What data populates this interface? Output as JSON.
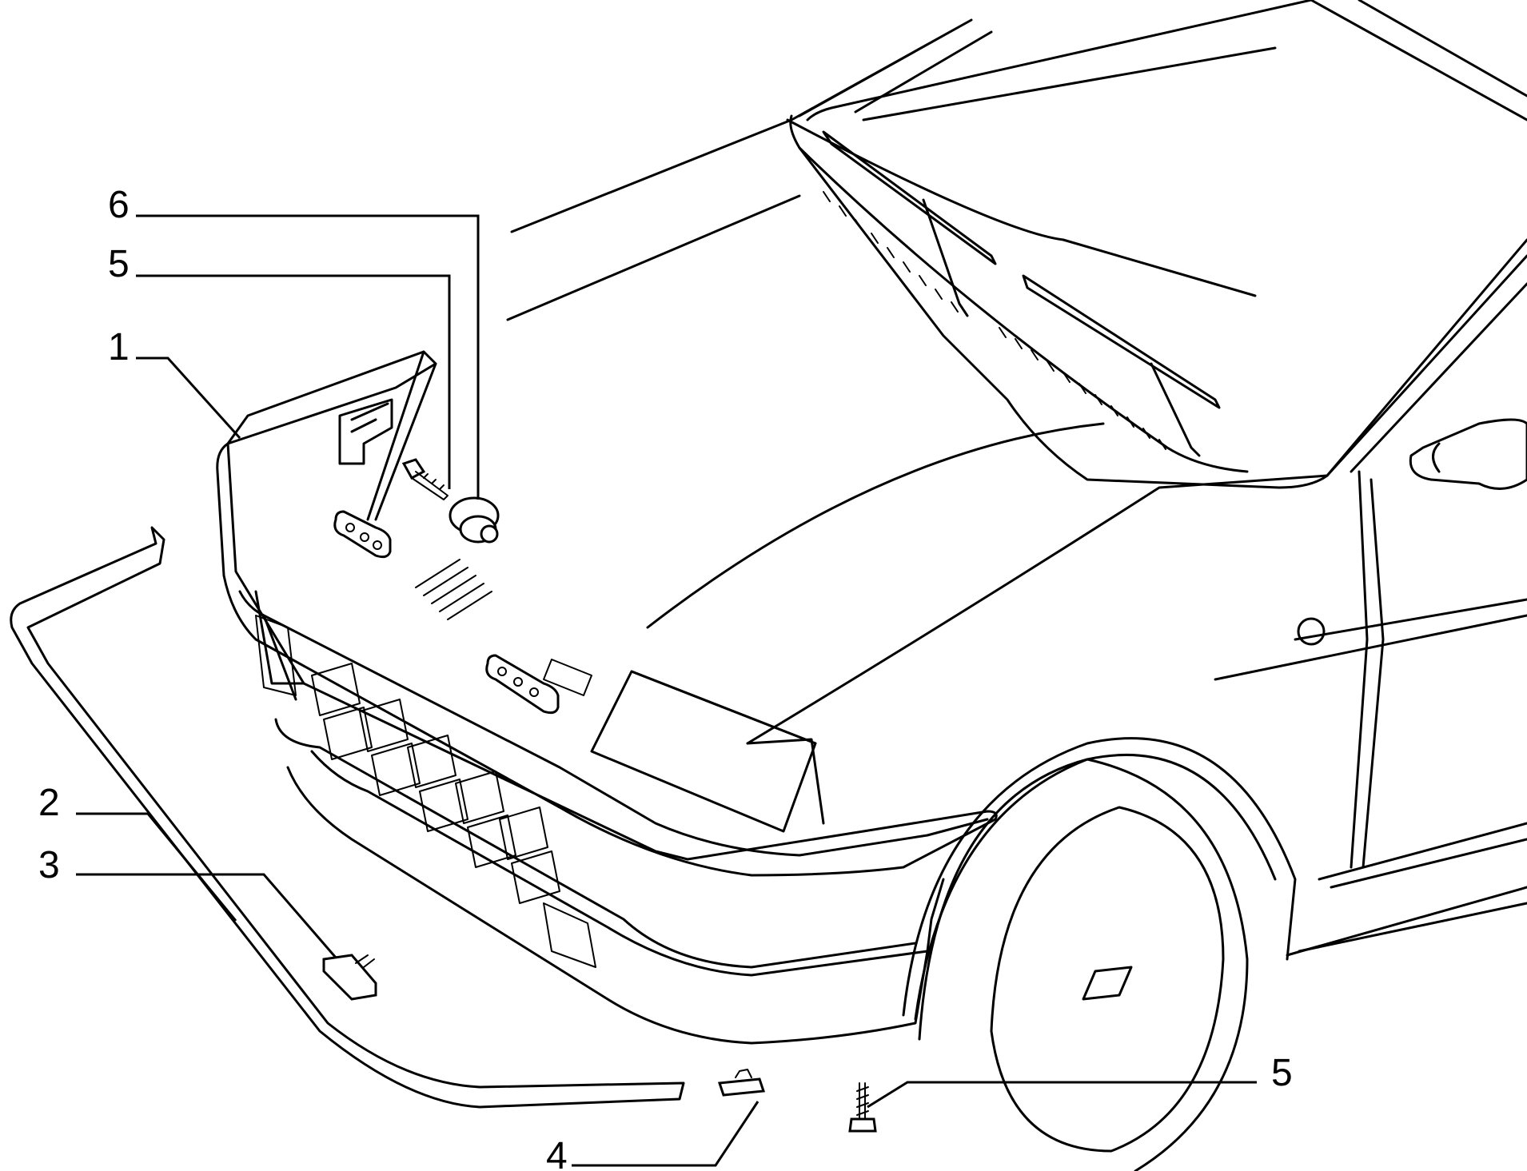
{
  "callouts": [
    {
      "id": "callout-1",
      "label": "1"
    },
    {
      "id": "callout-2",
      "label": "2"
    },
    {
      "id": "callout-3",
      "label": "3"
    },
    {
      "id": "callout-4",
      "label": "4"
    },
    {
      "id": "callout-5-top",
      "label": "5"
    },
    {
      "id": "callout-5-bottom",
      "label": "5"
    },
    {
      "id": "callout-6",
      "label": "6"
    }
  ]
}
